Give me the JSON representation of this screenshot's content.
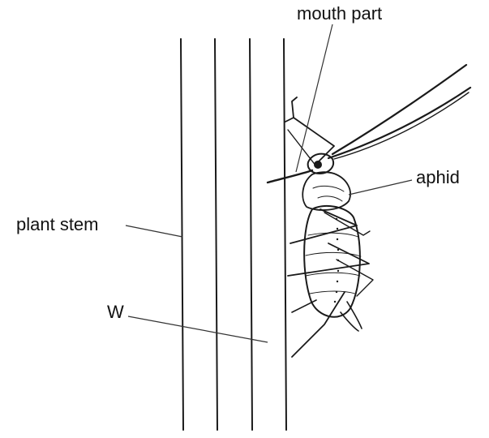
{
  "labels": {
    "mouth_part": "mouth part",
    "aphid": "aphid",
    "plant_stem": "plant stem",
    "w": "W"
  },
  "colors": {
    "ink": "#1a1a1a",
    "background": "#ffffff"
  }
}
